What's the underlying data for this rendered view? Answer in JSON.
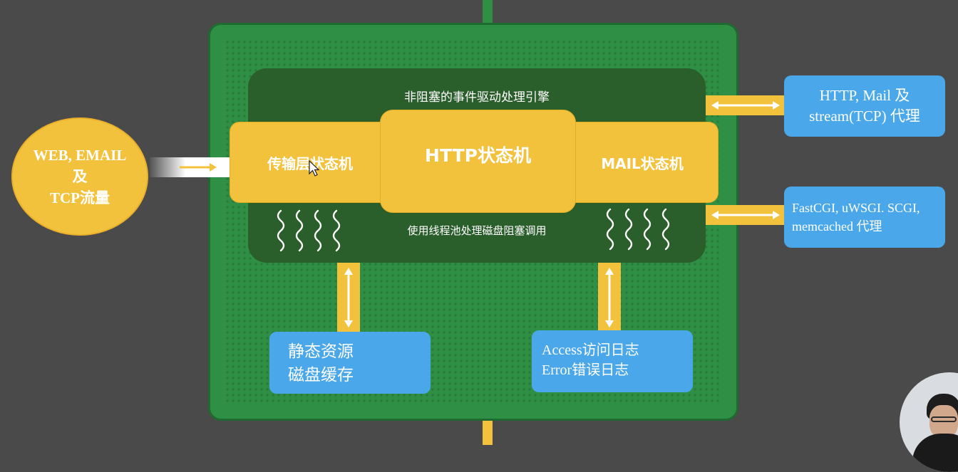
{
  "input_circle": {
    "line1": "WEB, EMAIL",
    "line2": "及",
    "line3": "TCP流量"
  },
  "engine_top_label": "非阻塞的事件驱动处理引擎",
  "engine_bottom_label": "使用线程池处理磁盘阻塞调用",
  "state_machines": {
    "transport": "传输层状态机",
    "http": "HTTP状态机",
    "mail": "MAIL状态机"
  },
  "right_boxes": {
    "proxy_top": {
      "line1": "HTTP, Mail 及",
      "line2": "stream(TCP) 代理"
    },
    "proxy_bottom": {
      "line1": "FastCGI, uWSGI. SCGI,",
      "line2": "memcached 代理"
    }
  },
  "bottom_boxes": {
    "static": {
      "line1": "静态资源",
      "line2": "磁盘缓存"
    },
    "logs": {
      "line1": "Access访问日志",
      "line2": "Error错误日志"
    }
  },
  "colors": {
    "background": "#4a4a4a",
    "chip_green": "#2f8f45",
    "engine_dark_green": "#2a5f2c",
    "state_yellow": "#f3c23c",
    "box_blue": "#49a7ea",
    "arrow_white": "#ffffff"
  }
}
